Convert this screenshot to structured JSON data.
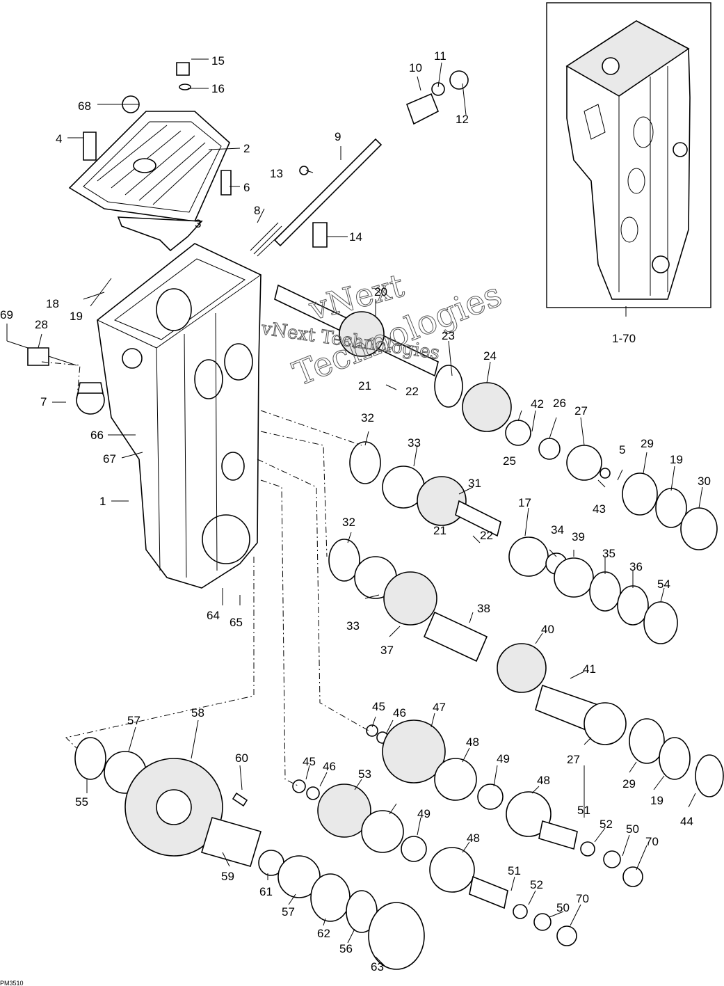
{
  "diagram": {
    "watermark_lines": [
      "vNext Technologies",
      "vNext",
      "Technologies"
    ],
    "drawing_code": "PM3510",
    "inset_label": "1-70",
    "callouts": [
      "1",
      "2",
      "3",
      "4",
      "5",
      "6",
      "7",
      "8",
      "9",
      "10",
      "11",
      "12",
      "13",
      "14",
      "15",
      "16",
      "17",
      "18",
      "19",
      "19",
      "19",
      "20",
      "21",
      "21",
      "22",
      "22",
      "23",
      "24",
      "25",
      "26",
      "27",
      "27",
      "28",
      "29",
      "29",
      "30",
      "31",
      "32",
      "32",
      "33",
      "33",
      "34",
      "35",
      "36",
      "37",
      "38",
      "39",
      "40",
      "41",
      "42",
      "43",
      "44",
      "45",
      "45",
      "46",
      "46",
      "47",
      "48",
      "48",
      "48",
      "49",
      "49",
      "50",
      "50",
      "51",
      "51",
      "52",
      "52",
      "53",
      "54",
      "55",
      "56",
      "57",
      "57",
      "58",
      "59",
      "60",
      "61",
      "62",
      "63",
      "64",
      "65",
      "66",
      "67",
      "68",
      "69",
      "70",
      "70"
    ]
  }
}
